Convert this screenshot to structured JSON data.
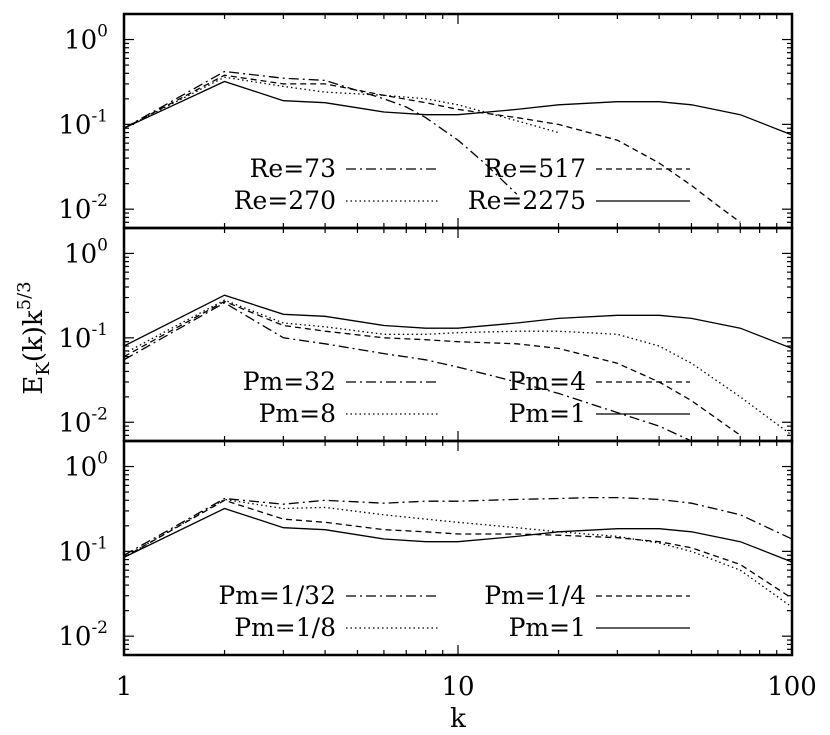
{
  "chart_data": [
    {
      "type": "line",
      "xscale": "log",
      "yscale": "log",
      "xlim": [
        1,
        100
      ],
      "ylim": [
        0.006,
        2
      ],
      "yticks": [
        1,
        0.1,
        0.01
      ],
      "ytick_labels": [
        "10",
        "10",
        "10"
      ],
      "ytick_exps": [
        "0",
        "-1",
        "-2"
      ],
      "grid": false,
      "series": [
        {
          "name": "Re=73",
          "dash": "dashdot",
          "x": [
            1,
            2,
            3,
            4,
            5,
            6,
            7,
            8,
            10,
            12,
            15
          ],
          "y": [
            0.09,
            0.42,
            0.35,
            0.33,
            0.25,
            0.2,
            0.16,
            0.12,
            0.065,
            0.035,
            0.015
          ]
        },
        {
          "name": "Re=517",
          "dash": "dashed",
          "x": [
            1,
            2,
            3,
            4,
            6,
            8,
            10,
            15,
            20,
            30,
            40,
            50,
            60,
            70
          ],
          "y": [
            0.09,
            0.38,
            0.3,
            0.3,
            0.22,
            0.18,
            0.15,
            0.12,
            0.1,
            0.065,
            0.035,
            0.019,
            0.011,
            0.007
          ]
        },
        {
          "name": "Re=270",
          "dash": "dotted",
          "x": [
            1,
            2,
            3,
            4,
            6,
            8,
            10,
            12,
            15,
            18,
            20
          ],
          "y": [
            0.09,
            0.36,
            0.28,
            0.24,
            0.22,
            0.2,
            0.17,
            0.14,
            0.11,
            0.09,
            0.08
          ]
        },
        {
          "name": "Re=2275",
          "dash": "solid",
          "x": [
            1,
            2,
            3,
            4,
            6,
            8,
            10,
            15,
            20,
            30,
            40,
            50,
            70,
            100
          ],
          "y": [
            0.09,
            0.32,
            0.19,
            0.18,
            0.14,
            0.13,
            0.13,
            0.15,
            0.17,
            0.185,
            0.185,
            0.17,
            0.13,
            0.075
          ]
        }
      ],
      "legend": {
        "placement": "bottom",
        "columns": [
          [
            "Re=73",
            "Re=270"
          ],
          [
            "Re=517",
            "Re=2275"
          ]
        ]
      }
    },
    {
      "type": "line",
      "xscale": "log",
      "yscale": "log",
      "xlim": [
        1,
        100
      ],
      "ylim": [
        0.006,
        2
      ],
      "yticks": [
        1,
        0.1,
        0.01
      ],
      "ytick_labels": [
        "10",
        "10",
        "10"
      ],
      "ytick_exps": [
        "0",
        "-1",
        "-2"
      ],
      "grid": false,
      "series": [
        {
          "name": "Pm=32",
          "dash": "dashdot",
          "x": [
            1,
            2,
            3,
            4,
            6,
            8,
            10,
            15,
            20,
            30,
            40,
            50
          ],
          "y": [
            0.055,
            0.26,
            0.1,
            0.085,
            0.065,
            0.055,
            0.045,
            0.03,
            0.022,
            0.013,
            0.009,
            0.006
          ]
        },
        {
          "name": "Pm=4",
          "dash": "dashed",
          "x": [
            1,
            2,
            3,
            4,
            6,
            8,
            10,
            15,
            20,
            30,
            40,
            50,
            70
          ],
          "y": [
            0.06,
            0.27,
            0.14,
            0.12,
            0.1,
            0.095,
            0.09,
            0.085,
            0.075,
            0.05,
            0.03,
            0.018,
            0.007
          ]
        },
        {
          "name": "Pm=8",
          "dash": "dotted",
          "x": [
            1,
            2,
            3,
            4,
            6,
            8,
            10,
            15,
            20,
            30,
            40,
            50,
            70,
            100
          ],
          "y": [
            0.065,
            0.28,
            0.15,
            0.135,
            0.11,
            0.11,
            0.115,
            0.12,
            0.12,
            0.11,
            0.08,
            0.05,
            0.02,
            0.007
          ]
        },
        {
          "name": "Pm=1",
          "dash": "solid",
          "x": [
            1,
            2,
            3,
            4,
            6,
            8,
            10,
            15,
            20,
            30,
            40,
            50,
            70,
            100
          ],
          "y": [
            0.08,
            0.32,
            0.19,
            0.18,
            0.14,
            0.13,
            0.13,
            0.15,
            0.17,
            0.185,
            0.185,
            0.17,
            0.13,
            0.075
          ]
        }
      ],
      "legend": {
        "placement": "bottom",
        "columns": [
          [
            "Pm=32",
            "Pm=8"
          ],
          [
            "Pm=4",
            "Pm=1"
          ]
        ]
      }
    },
    {
      "type": "line",
      "xscale": "log",
      "yscale": "log",
      "xlim": [
        1,
        100
      ],
      "ylim": [
        0.006,
        2
      ],
      "yticks": [
        1,
        0.1,
        0.01
      ],
      "ytick_labels": [
        "10",
        "10",
        "10"
      ],
      "ytick_exps": [
        "0",
        "-1",
        "-2"
      ],
      "grid": false,
      "series": [
        {
          "name": "Pm=1/32",
          "dash": "dashdot",
          "x": [
            1,
            2,
            3,
            4,
            6,
            8,
            10,
            15,
            20,
            25,
            30,
            40,
            50,
            70,
            100
          ],
          "y": [
            0.09,
            0.42,
            0.36,
            0.4,
            0.37,
            0.39,
            0.39,
            0.41,
            0.42,
            0.43,
            0.43,
            0.41,
            0.37,
            0.27,
            0.14
          ]
        },
        {
          "name": "Pm=1/4",
          "dash": "dashed",
          "x": [
            1,
            2,
            3,
            4,
            6,
            8,
            10,
            15,
            20,
            30,
            40,
            50,
            70,
            100
          ],
          "y": [
            0.085,
            0.4,
            0.24,
            0.22,
            0.18,
            0.17,
            0.16,
            0.16,
            0.155,
            0.145,
            0.13,
            0.11,
            0.07,
            0.028
          ]
        },
        {
          "name": "Pm=1/8",
          "dash": "dotted",
          "x": [
            1,
            2,
            3,
            4,
            6,
            8,
            10,
            15,
            20,
            30,
            40,
            50,
            70,
            100
          ],
          "y": [
            0.085,
            0.41,
            0.32,
            0.33,
            0.27,
            0.24,
            0.22,
            0.19,
            0.17,
            0.15,
            0.125,
            0.1,
            0.06,
            0.022
          ]
        },
        {
          "name": "Pm=1",
          "dash": "solid",
          "x": [
            1,
            2,
            3,
            4,
            6,
            8,
            10,
            15,
            20,
            30,
            40,
            50,
            70,
            100
          ],
          "y": [
            0.085,
            0.32,
            0.19,
            0.18,
            0.14,
            0.13,
            0.13,
            0.15,
            0.17,
            0.185,
            0.185,
            0.17,
            0.13,
            0.075
          ]
        }
      ],
      "legend": {
        "placement": "bottom",
        "columns": [
          [
            "Pm=1/32",
            "Pm=1/8"
          ],
          [
            "Pm=1/4",
            "Pm=1"
          ]
        ]
      }
    }
  ],
  "shared_axes": {
    "xticks": [
      1,
      10,
      100
    ],
    "xtick_labels": [
      "1",
      "10",
      "100"
    ],
    "xlabel": "k",
    "ylabel_main": "E",
    "ylabel_sub": "K",
    "ylabel_tail": "(k)k",
    "ylabel_sup": "5/3"
  }
}
